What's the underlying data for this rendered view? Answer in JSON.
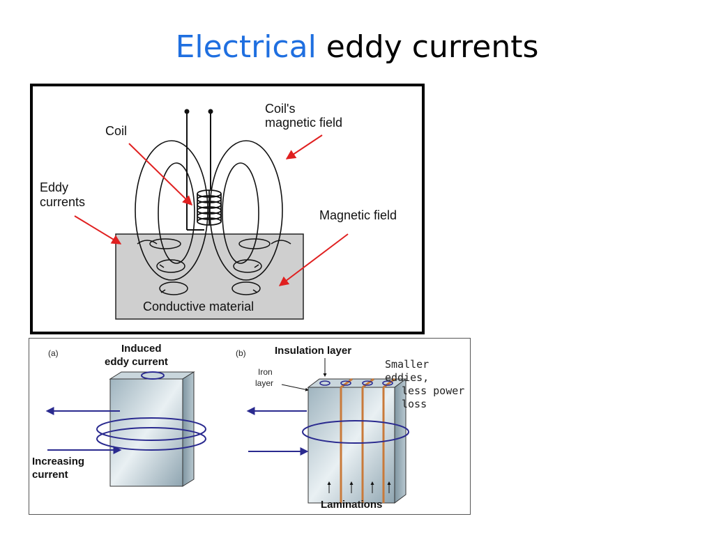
{
  "title": {
    "accent": "Electrical",
    "rest": " eddy currents"
  },
  "colors": {
    "accent": "#1f6fe0",
    "arrow_red": "#e02020",
    "arrow_blue": "#2a2a8f",
    "lamination": "#c97a3a"
  },
  "figure_top": {
    "coil": "Coil",
    "coil_field_line1": "Coil's",
    "coil_field_line2": "magnetic field",
    "eddy_line1": "Eddy",
    "eddy_line2": "currents",
    "magnetic_field": "Magnetic field",
    "conductive_material": "Conductive material"
  },
  "figure_bottom": {
    "panel_a": "(a)",
    "induced_line1": "Induced",
    "induced_line2": "eddy current",
    "increasing_line1": "Increasing",
    "increasing_line2": "current",
    "panel_b": "(b)",
    "insulation_layer": "Insulation layer",
    "iron_line1": "Iron",
    "iron_line2": "layer",
    "smaller_line1": "Smaller",
    "smaller_line2": "eddies,",
    "smaller_line3": "less power",
    "smaller_line4": "loss",
    "laminations": "Laminations"
  }
}
